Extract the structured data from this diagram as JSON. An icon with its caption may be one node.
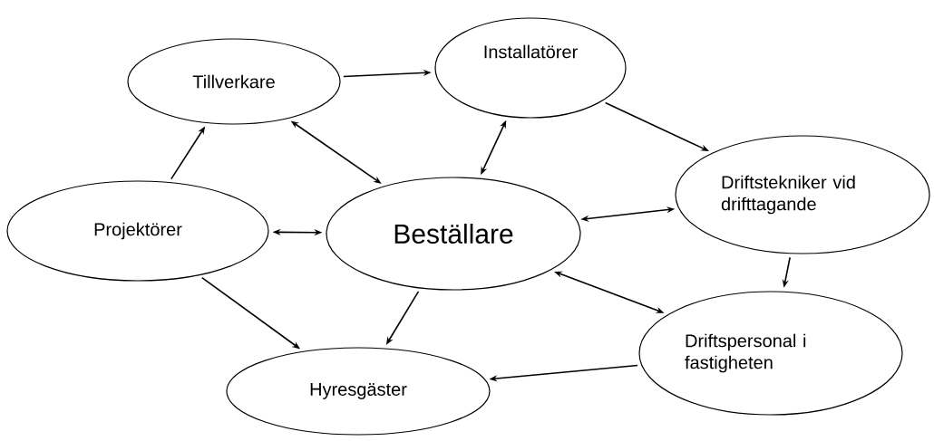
{
  "diagram": {
    "nodes": [
      {
        "text": [
          "Tillverkare"
        ]
      },
      {
        "text": [
          "Installatörer"
        ]
      },
      {
        "text": [
          "Projektörer"
        ]
      },
      {
        "text": [
          "Beställare"
        ]
      },
      {
        "text": [
          "Driftstekniker vid drifttagande"
        ]
      },
      {
        "text": [
          "Hyresgäster"
        ]
      },
      {
        "text": [
          "Driftspersonal i fastigheten"
        ]
      }
    ],
    "edges": [
      {
        "from": 0,
        "to": 1,
        "arrow": "to"
      },
      {
        "from": 1,
        "to": 4,
        "arrow": "to"
      },
      {
        "from": 2,
        "to": 0,
        "arrow": "to"
      },
      {
        "from": 0,
        "to": 3,
        "arrow": "both"
      },
      {
        "from": 1,
        "to": 3,
        "arrow": "both"
      },
      {
        "from": 2,
        "to": 3,
        "arrow": "both"
      },
      {
        "from": 3,
        "to": 4,
        "arrow": "both"
      },
      {
        "from": 4,
        "to": 6,
        "arrow": "to"
      },
      {
        "from": 3,
        "to": 6,
        "arrow": "both"
      },
      {
        "from": 2,
        "to": 5,
        "arrow": "to"
      },
      {
        "from": 3,
        "to": 5,
        "arrow": "to"
      },
      {
        "from": 6,
        "to": 5,
        "arrow": "to"
      }
    ]
  }
}
